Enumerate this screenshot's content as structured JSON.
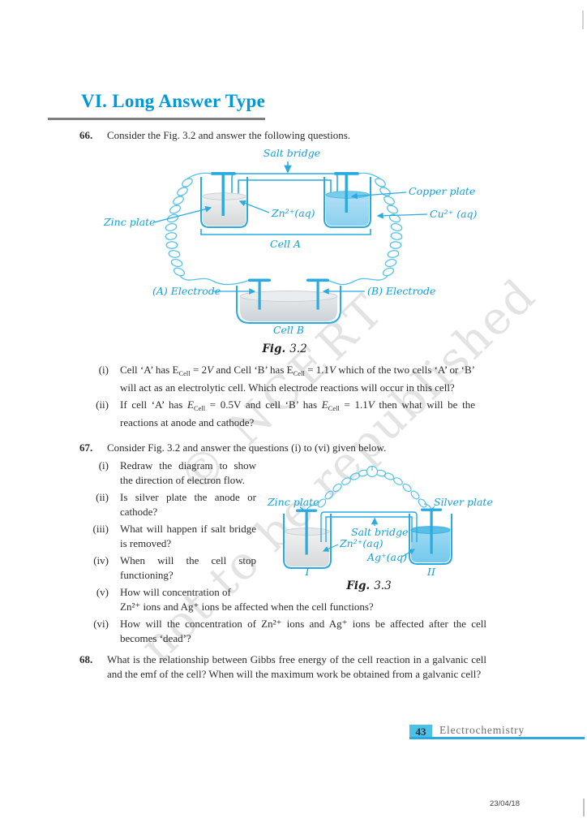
{
  "page": {
    "section_title": "VI. Long Answer Type",
    "watermark": {
      "line1": "© NCERT",
      "line2": "not to be republished"
    },
    "footer": {
      "page_number": "43",
      "chapter": "Electrochemistry"
    },
    "print_date": "23/04/18"
  },
  "questions": {
    "q66": {
      "number": "66.",
      "text": "Consider the Fig. 3.2 and answer the following questions.",
      "items": [
        {
          "label": "(i)",
          "segments": [
            {
              "t": "Cell ‘A’ has E"
            },
            {
              "t": "Cell",
              "sub": true
            },
            {
              "t": " = 2"
            },
            {
              "t": "V",
              "i": true
            },
            {
              "t": " and Cell ‘B’ has E"
            },
            {
              "t": "Cell",
              "sub": true
            },
            {
              "t": " = 1.1"
            },
            {
              "t": "V",
              "i": true
            },
            {
              "t": " which of the two cells ‘A’ or ‘B’ will act as an electrolytic cell. Which electrode reactions will occur in this cell?"
            }
          ]
        },
        {
          "label": "(ii)",
          "segments": [
            {
              "t": "If cell ‘A’ has "
            },
            {
              "t": "E",
              "i": true
            },
            {
              "t": "Cell",
              "sub": true
            },
            {
              "t": " = 0.5V and cell ‘B’ has "
            },
            {
              "t": "E",
              "i": true
            },
            {
              "t": "Cell",
              "sub": true
            },
            {
              "t": " = 1.1"
            },
            {
              "t": "V",
              "i": true
            },
            {
              "t": " then what will be the reactions at anode and cathode?"
            }
          ]
        }
      ]
    },
    "q67": {
      "number": "67.",
      "text": "Consider Fig. 3.2 and answer the questions (i) to (vi) given below.",
      "items": [
        {
          "label": "(i)",
          "text": "Redraw the diagram to show the direction of electron flow."
        },
        {
          "label": "(ii)",
          "text": "Is silver plate the anode or cathode?"
        },
        {
          "label": "(iii)",
          "text": "What will happen if salt bridge is removed?"
        },
        {
          "label": "(iv)",
          "text": "When will the cell stop functioning?"
        },
        {
          "label": "(v)",
          "line1": "How will concentration of",
          "line2": "Zn²⁺ ions and Ag⁺ ions be affected when the cell functions?"
        },
        {
          "label": "(vi)",
          "text": "How will the concentration of Zn²⁺ ions and Ag⁺ ions be affected after the cell becomes ‘dead’?"
        }
      ]
    },
    "q68": {
      "number": "68.",
      "text": "What is the relationship between Gibbs free energy of the cell reaction in a galvanic cell and the emf of the cell? When will the maximum work be obtained from a galvanic cell?"
    }
  },
  "fig32": {
    "caption_bold": "Fig.",
    "caption_num": "3.2",
    "labels": {
      "salt_bridge": "Salt bridge",
      "zinc_plate": "Zinc plate",
      "zn_ion": "Zn²⁺(aq)",
      "copper_plate": "Copper plate",
      "cu_ion": "Cu²⁺ (aq)",
      "cell_a": "Cell A",
      "electrode_a": "(A) Electrode",
      "electrode_b": "(B) Electrode",
      "cell_b": "Cell B"
    }
  },
  "fig33": {
    "caption_bold": "Fig.",
    "caption_num": "3.3",
    "labels": {
      "zinc_plate": "Zinc plate",
      "silver_plate": "Silver plate",
      "salt_bridge": "Salt bridge",
      "zn_ion": "Zn²⁺(aq)",
      "ag_ion": "Ag⁺(aq)",
      "beaker1": "I",
      "beaker2": "II"
    }
  },
  "colors": {
    "accent_cyan": "#29abe2",
    "label_cyan": "#10a0de",
    "title_blue": "#0098d8",
    "blue_solution": "#a7dbf3",
    "gray_solution": "#e6e7e8"
  }
}
